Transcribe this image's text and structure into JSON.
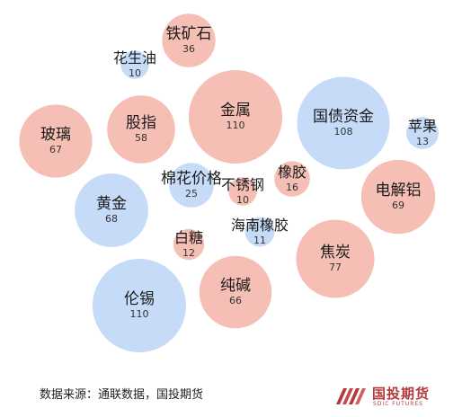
{
  "colors": {
    "blue": "#c6dbf7",
    "red": "#f6bfb6",
    "logo": "#b23a3a"
  },
  "chart_data": {
    "type": "bubble",
    "points": [
      {
        "name": "铁矿石",
        "value": 36,
        "color": "red"
      },
      {
        "name": "花生油",
        "value": 10,
        "color": "blue"
      },
      {
        "name": "金属",
        "value": 110,
        "color": "red"
      },
      {
        "name": "国债资金",
        "value": 108,
        "color": "blue"
      },
      {
        "name": "苹果",
        "value": 13,
        "color": "blue"
      },
      {
        "name": "玻璃",
        "value": 67,
        "color": "red"
      },
      {
        "name": "股指",
        "value": 58,
        "color": "red"
      },
      {
        "name": "棉花价格",
        "value": 25,
        "color": "blue"
      },
      {
        "name": "不锈钢",
        "value": 10,
        "color": "red"
      },
      {
        "name": "橡胶",
        "value": 16,
        "color": "red"
      },
      {
        "name": "黄金",
        "value": 68,
        "color": "blue"
      },
      {
        "name": "电解铝",
        "value": 69,
        "color": "red"
      },
      {
        "name": "白糖",
        "value": 12,
        "color": "red"
      },
      {
        "name": "海南橡胶",
        "value": 11,
        "color": "blue"
      },
      {
        "name": "焦炭",
        "value": 77,
        "color": "red"
      },
      {
        "name": "伦锡",
        "value": 110,
        "color": "blue"
      },
      {
        "name": "纯碱",
        "value": 66,
        "color": "red"
      }
    ]
  },
  "footer": {
    "source": "数据来源：通联数据，国投期货"
  },
  "logo": {
    "name": "国投期货",
    "sub": "SDIC FUTURES"
  }
}
